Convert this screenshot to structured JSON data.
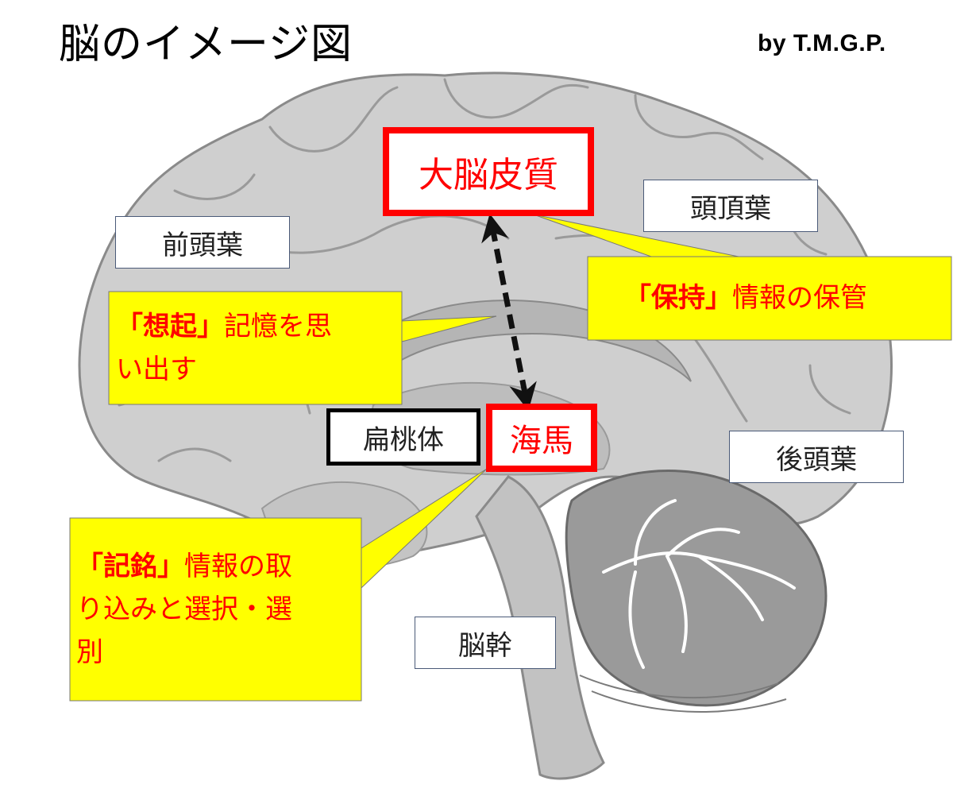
{
  "title": "脳のイメージ図",
  "credit": "by T.M.G.P.",
  "labels": {
    "cortex": "大脳皮質",
    "parietal": "頭頂葉",
    "frontal": "前頭葉",
    "occipital": "後頭葉",
    "amygdala": "扁桃体",
    "hippocampus": "海馬",
    "brainstem": "脳幹"
  },
  "callouts": {
    "storage": {
      "keyword": "「保持」",
      "rest": "情報の保管"
    },
    "recall": {
      "keyword": "「想起」",
      "line1_rest": "記憶を思",
      "line2": "い出す"
    },
    "encoding": {
      "keyword": "「記銘」",
      "line1_rest": "情報の取",
      "line2": "り込みと選択・選",
      "line3": "別"
    }
  },
  "colors": {
    "accent_red": "#ff0000",
    "callout_yellow": "#ffff00",
    "brain_gray": "#c8c8c8",
    "brain_outline": "#8a8a8a"
  },
  "icons": {
    "recall_arrow": "dashed-double-arrow"
  }
}
